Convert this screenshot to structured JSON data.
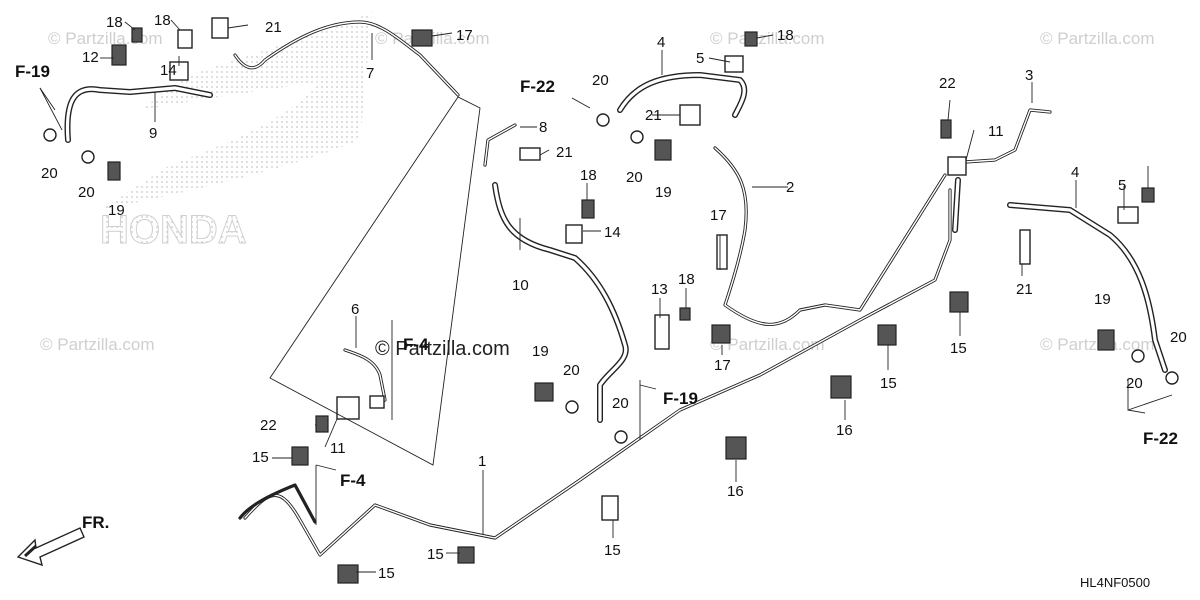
{
  "watermark": {
    "text": "© Partzilla.com",
    "brand_logo_text": "HONDA",
    "center_text": "© Partzilla.com"
  },
  "diagram_code": "HL4NF0500",
  "direction_label": "FR.",
  "refs": {
    "f19_top_left": "F-19",
    "f22_top": "F-22",
    "f4_center": "F-4",
    "f4_bottom": "F-4",
    "f19_center": "F-19",
    "f22_right": "F-22"
  },
  "callouts": [
    "1",
    "2",
    "3",
    "4",
    "4",
    "5",
    "5",
    "6",
    "7",
    "8",
    "9",
    "10",
    "11",
    "11",
    "12",
    "13",
    "14",
    "14",
    "15",
    "15",
    "15",
    "15",
    "15",
    "15",
    "16",
    "16",
    "17",
    "17",
    "17",
    "18",
    "18",
    "18",
    "18",
    "18",
    "19",
    "19",
    "19",
    "19",
    "20",
    "20",
    "20",
    "20",
    "20",
    "20",
    "20",
    "20",
    "21",
    "21",
    "21",
    "21",
    "22",
    "22"
  ],
  "colors": {
    "line": "#222222",
    "watermark": "#cfcfcf",
    "background": "#ffffff"
  }
}
